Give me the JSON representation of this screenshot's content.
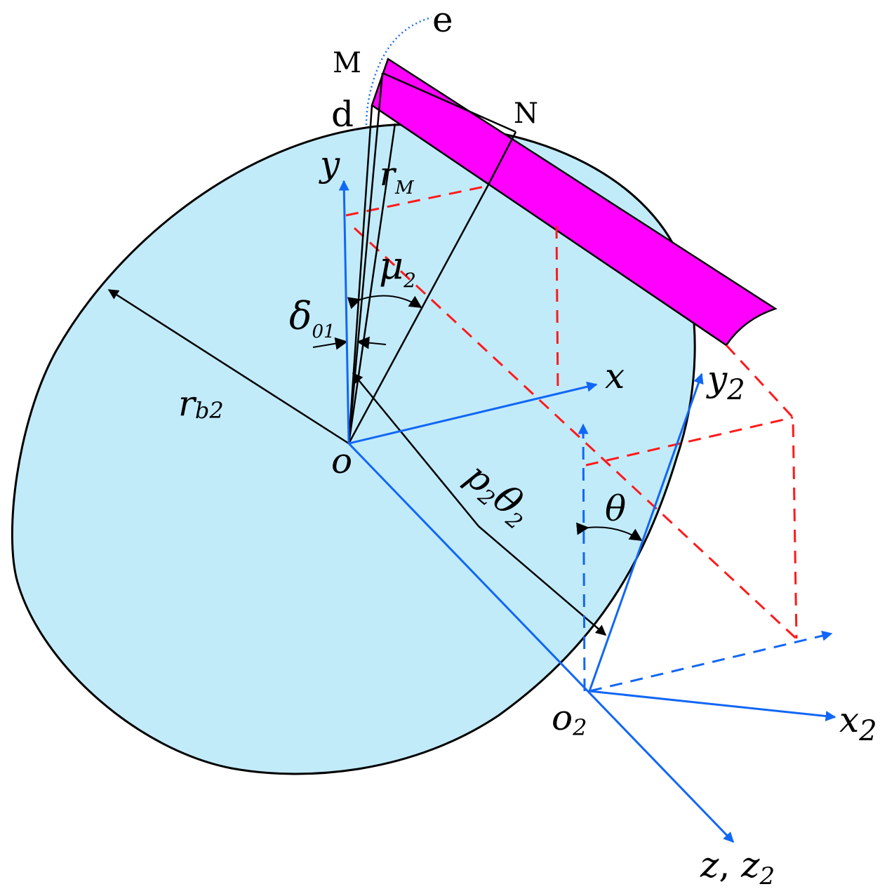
{
  "colors": {
    "disk_fill": "#c2ebfa",
    "outline": "#000000",
    "tool": "#ff00ff",
    "axis_blue": "#1167f5",
    "dash_red": "#ff1a1a",
    "arc_dotted": "#1f6ef0"
  },
  "labels": {
    "M": "M",
    "N": "N",
    "d": "d",
    "e": "e",
    "r_M": {
      "base": "r",
      "sub": "M"
    },
    "mu_2": {
      "base": "μ",
      "sub": "2"
    },
    "delta_01": {
      "base": "δ",
      "sub": "01"
    },
    "r_b2": {
      "base": "r",
      "sub": "b2"
    },
    "p2_theta2": {
      "p": "p",
      "p_sub": "2",
      "theta": "θ",
      "theta_sub": "2"
    },
    "theta": "θ",
    "o": "o",
    "o_2": {
      "base": "o",
      "sub": "2"
    },
    "x": "x",
    "y": "y",
    "x_2": {
      "base": "x",
      "sub": "2"
    },
    "y_2": {
      "base": "y",
      "sub": "2"
    },
    "z_z2": {
      "z": "z",
      "sep": ", ",
      "z2": "z",
      "z2_sub": "2"
    }
  }
}
